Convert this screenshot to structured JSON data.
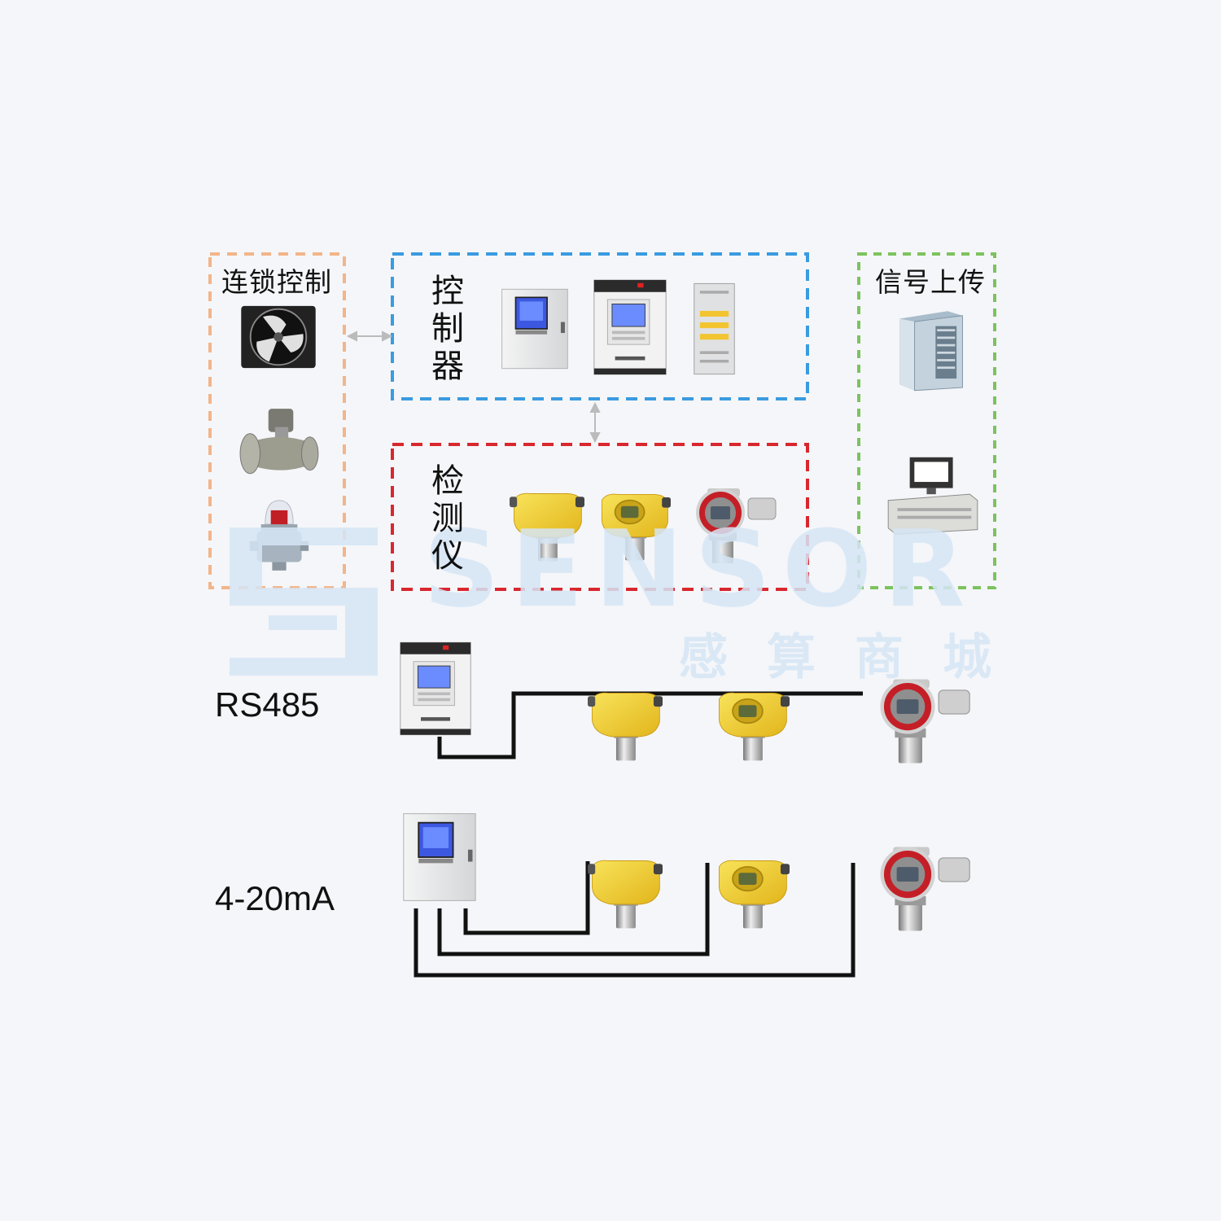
{
  "groups": {
    "interlock": {
      "title": "连锁控制",
      "color": "#f2b58a"
    },
    "controller": {
      "title": "控制器",
      "color": "#3a9be0"
    },
    "detector": {
      "title": "检测仪",
      "color": "#d9272e"
    },
    "upload": {
      "title": "信号上传",
      "color": "#7cc35e"
    }
  },
  "buses": {
    "rs485": {
      "label": "RS485"
    },
    "analog": {
      "label": "4-20mA"
    }
  },
  "watermark": {
    "brand": "SENSOR",
    "cn": "感算商城",
    "color": "#d6e6f6"
  },
  "colors": {
    "wire": "#111111",
    "detector_yellow": "#f2d33f",
    "detector_red": "#c41f27",
    "cabinet": "#e9eaec",
    "screen": "#3d58e0"
  }
}
